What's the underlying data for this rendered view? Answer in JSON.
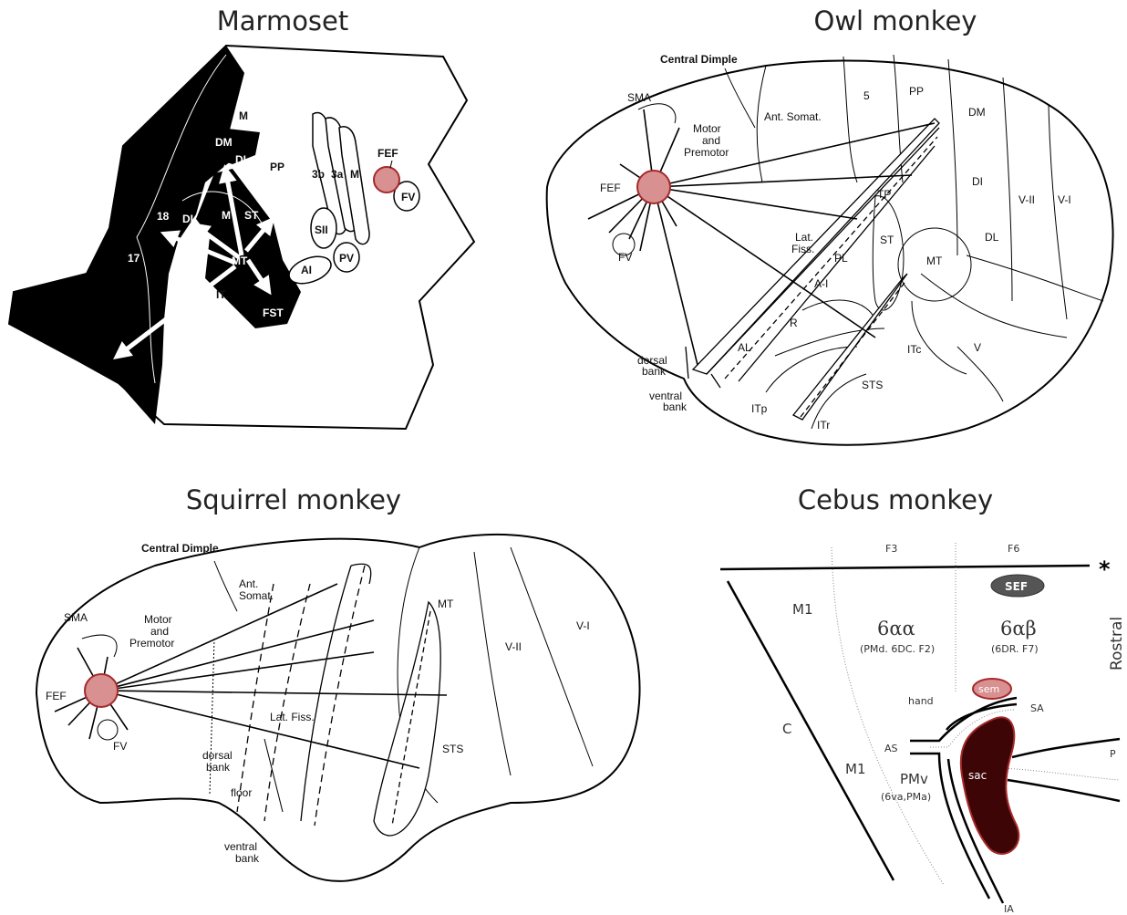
{
  "titles": {
    "marmoset": "Marmoset",
    "owl": "Owl monkey",
    "squirrel": "Squirrel monkey",
    "cebus": "Cebus monkey"
  },
  "marmoset": {
    "labels": {
      "M": "M",
      "DM": "DM",
      "DI": "DI",
      "PP": "PP",
      "FEF": "FEF",
      "FV": "FV",
      "3b": "3b",
      "3a": "3a",
      "M2": "M",
      "18": "18",
      "DL": "DL",
      "M3": "M",
      "ST": "ST",
      "MT": "MT",
      "SII": "SII",
      "PV": "PV",
      "AI": "AI",
      "17": "17",
      "IT": "IT",
      "FST": "FST"
    }
  },
  "owl": {
    "labels": {
      "central_dimple": "Central Dimple",
      "sma": "SMA",
      "motor": "Motor",
      "and": "and",
      "premotor": "Premotor",
      "ant_somat": "Ant. Somat.",
      "five": "5",
      "pp": "PP",
      "dm": "DM",
      "fef": "FEF",
      "tp": "TP",
      "di": "DI",
      "vii": "V-II",
      "vi": "V-I",
      "fv": "FV",
      "lat": "Lat.",
      "fiss": "Fiss.",
      "pl": "PL",
      "st": "ST",
      "mt": "MT",
      "dl": "DL",
      "ai": "A-I",
      "r": "R",
      "al": "AL",
      "itc": "ITc",
      "v": "V",
      "dorsal": "dorsal",
      "bank1": "bank",
      "ventral": "ventral",
      "bank2": "bank",
      "sts": "STS",
      "itp": "ITp",
      "itr": "ITr"
    }
  },
  "squirrel": {
    "labels": {
      "central_dimple": "Central Dimple",
      "ant": "Ant.",
      "somat": "Somat.",
      "sma": "SMA",
      "motor": "Motor",
      "and": "and",
      "premotor": "Premotor",
      "mt": "MT",
      "vii": "V-II",
      "vi": "V-I",
      "fef": "FEF",
      "lat_fiss": "Lat. Fiss.",
      "fv": "FV",
      "sts": "STS",
      "dorsal": "dorsal",
      "bank1": "bank",
      "floor": "floor",
      "ventral": "ventral",
      "bank2": "bank"
    }
  },
  "cebus": {
    "labels": {
      "f3": "F3",
      "f6": "F6",
      "star": "*",
      "sef": "SEF",
      "m1_top": "M1",
      "area_6aa": "6αα",
      "area_6ab": "6αβ",
      "pmd": "(PMd. 6DC. F2)",
      "dr": "(6DR. F7)",
      "rostral": "Rostral",
      "sem": "sem",
      "hand": "hand",
      "sa": "SA",
      "c": "C",
      "as": "AS",
      "p": "P",
      "sac": "sac",
      "m1_bot": "M1",
      "pmv": "PMv",
      "pmv_sub": "(6va,PMa)",
      "ia": "IA"
    }
  },
  "colors": {
    "highlight_fill": "#d89090",
    "highlight_stroke": "#a52a2a",
    "sac_fill": "#3d0505",
    "sef_fill": "#555555"
  }
}
